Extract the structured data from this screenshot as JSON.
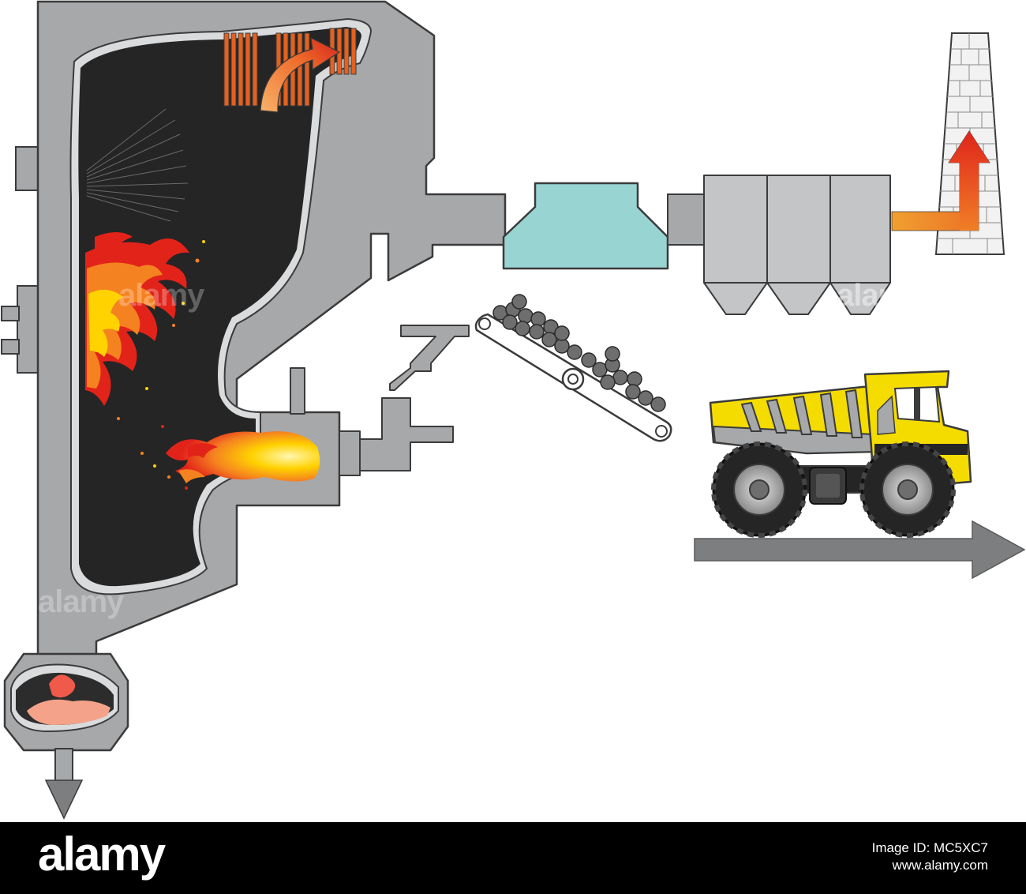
{
  "footer": {
    "logo": "alamy",
    "image_id": "Image ID: MC5XC7",
    "site": "www.alamy.com"
  },
  "watermark": "alamy",
  "colors": {
    "casing": "#a7a8aa",
    "outline": "#3b3b3b",
    "chamber": "#252525",
    "liner": "#d9dbdd",
    "grate": "#e4611f",
    "flame_red": "#e2231a",
    "flame_orange": "#f58220",
    "flame_yellow": "#ffd200",
    "gas_treatment": "#98d5d2",
    "filter": "#c4c5c7",
    "truck_yellow": "#f5dc00",
    "slag": "#f4a38a",
    "arrow_gray": "#7d7e80"
  }
}
